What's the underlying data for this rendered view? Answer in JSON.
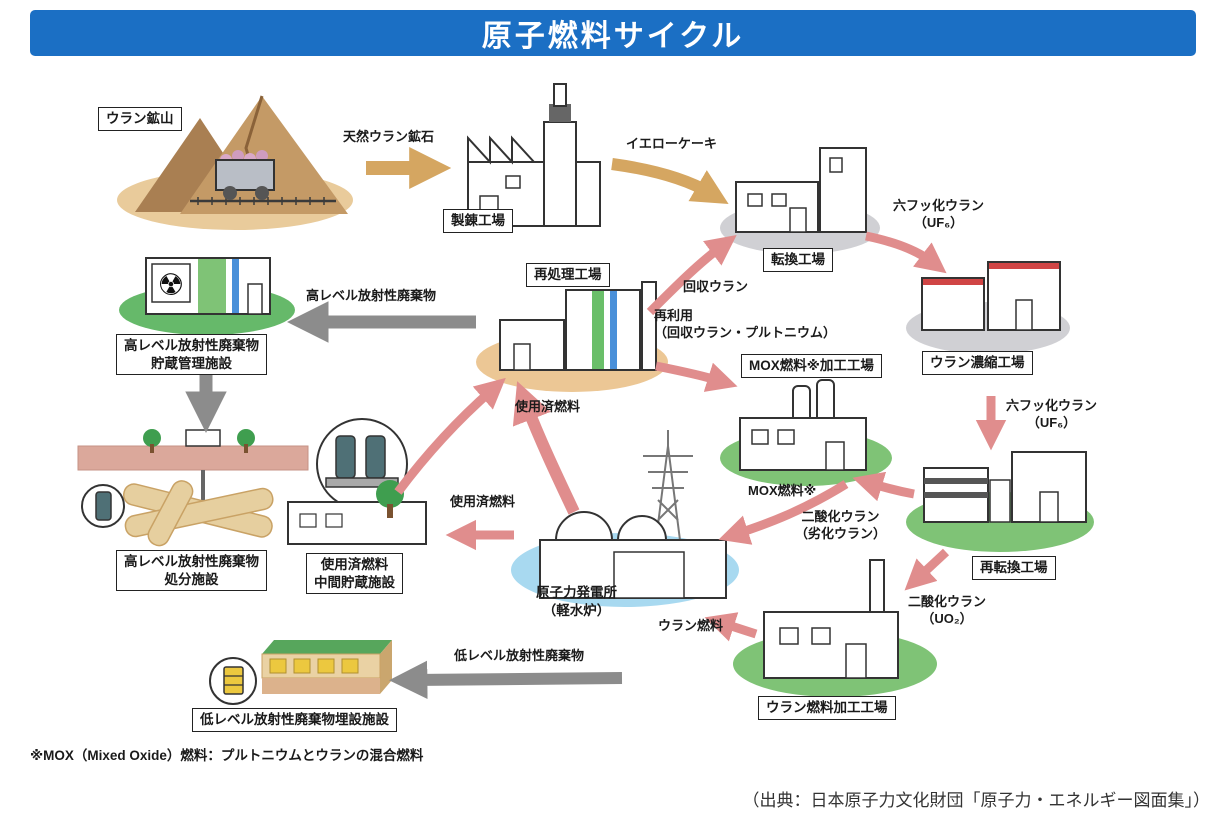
{
  "title": "原子燃料サイクル",
  "colors": {
    "title_bar": "#1b6fc4",
    "flow_arrow_pink": "#e08d8d",
    "waste_arrow_gray": "#8c8c8c",
    "ore_arrow_tan": "#d5a661",
    "ground_green": "#7fc376",
    "ground_blue": "#a8d9f0",
    "ground_tan": "#ecc795",
    "ground_gray": "#d0d0d4"
  },
  "facilities": {
    "uranium_mine": {
      "label": "ウラン鉱山"
    },
    "refining_plant": {
      "label": "製錬工場"
    },
    "conversion_plant": {
      "label": "転換工場"
    },
    "enrichment_plant": {
      "label": "ウラン濃縮工場"
    },
    "reprocessing_plant": {
      "label": "再処理工場"
    },
    "mox_fuel_plant": {
      "label": "MOX燃料※加工工場"
    },
    "reconversion_plant": {
      "label": "再転換工場"
    },
    "uranium_fuel_plant": {
      "label": "ウラン燃料加工工場"
    },
    "power_plant": {
      "line1": "原子力発電所",
      "line2": "（軽水炉）"
    },
    "hlw_storage": {
      "line1": "高レベル放射性廃棄物",
      "line2": "貯蔵管理施設"
    },
    "hlw_disposal": {
      "line1": "高レベル放射性廃棄物",
      "line2": "処分施設"
    },
    "interim_storage": {
      "line1": "使用済燃料",
      "line2": "中間貯蔵施設"
    },
    "llw_burial": {
      "label": "低レベル放射性廃棄物埋設施設"
    }
  },
  "flows": {
    "natural_uranium_ore": "天然ウラン鉱石",
    "yellowcake": "イエローケーキ",
    "uf6_upper": {
      "line1": "六フッ化ウラン",
      "line2": "（UF₆）"
    },
    "uf6_right": {
      "line1": "六フッ化ウラン",
      "line2": "（UF₆）"
    },
    "recovered_uranium": "回収ウラン",
    "reuse": {
      "line1": "再利用",
      "line2": "（回収ウラン・プルトニウム）"
    },
    "spent_fuel_to_reprocessing": "使用済燃料",
    "spent_fuel_to_interim": "使用済燃料",
    "high_level_waste": "高レベル放射性廃棄物",
    "low_level_waste": "低レベル放射性廃棄物",
    "mox_fuel": "MOX燃料※",
    "depleted_uranium_dioxide": {
      "line1": "二酸化ウラン",
      "line2": "（劣化ウラン）"
    },
    "uranium_dioxide": {
      "line1": "二酸化ウラン",
      "line2": "（UO₂）"
    },
    "uranium_fuel": "ウラン燃料"
  },
  "footnote": "※MOX（Mixed Oxide）燃料：プルトニウムとウランの混合燃料",
  "source": "（出典：日本原子力文化財団「原子力・エネルギー図面集」）"
}
